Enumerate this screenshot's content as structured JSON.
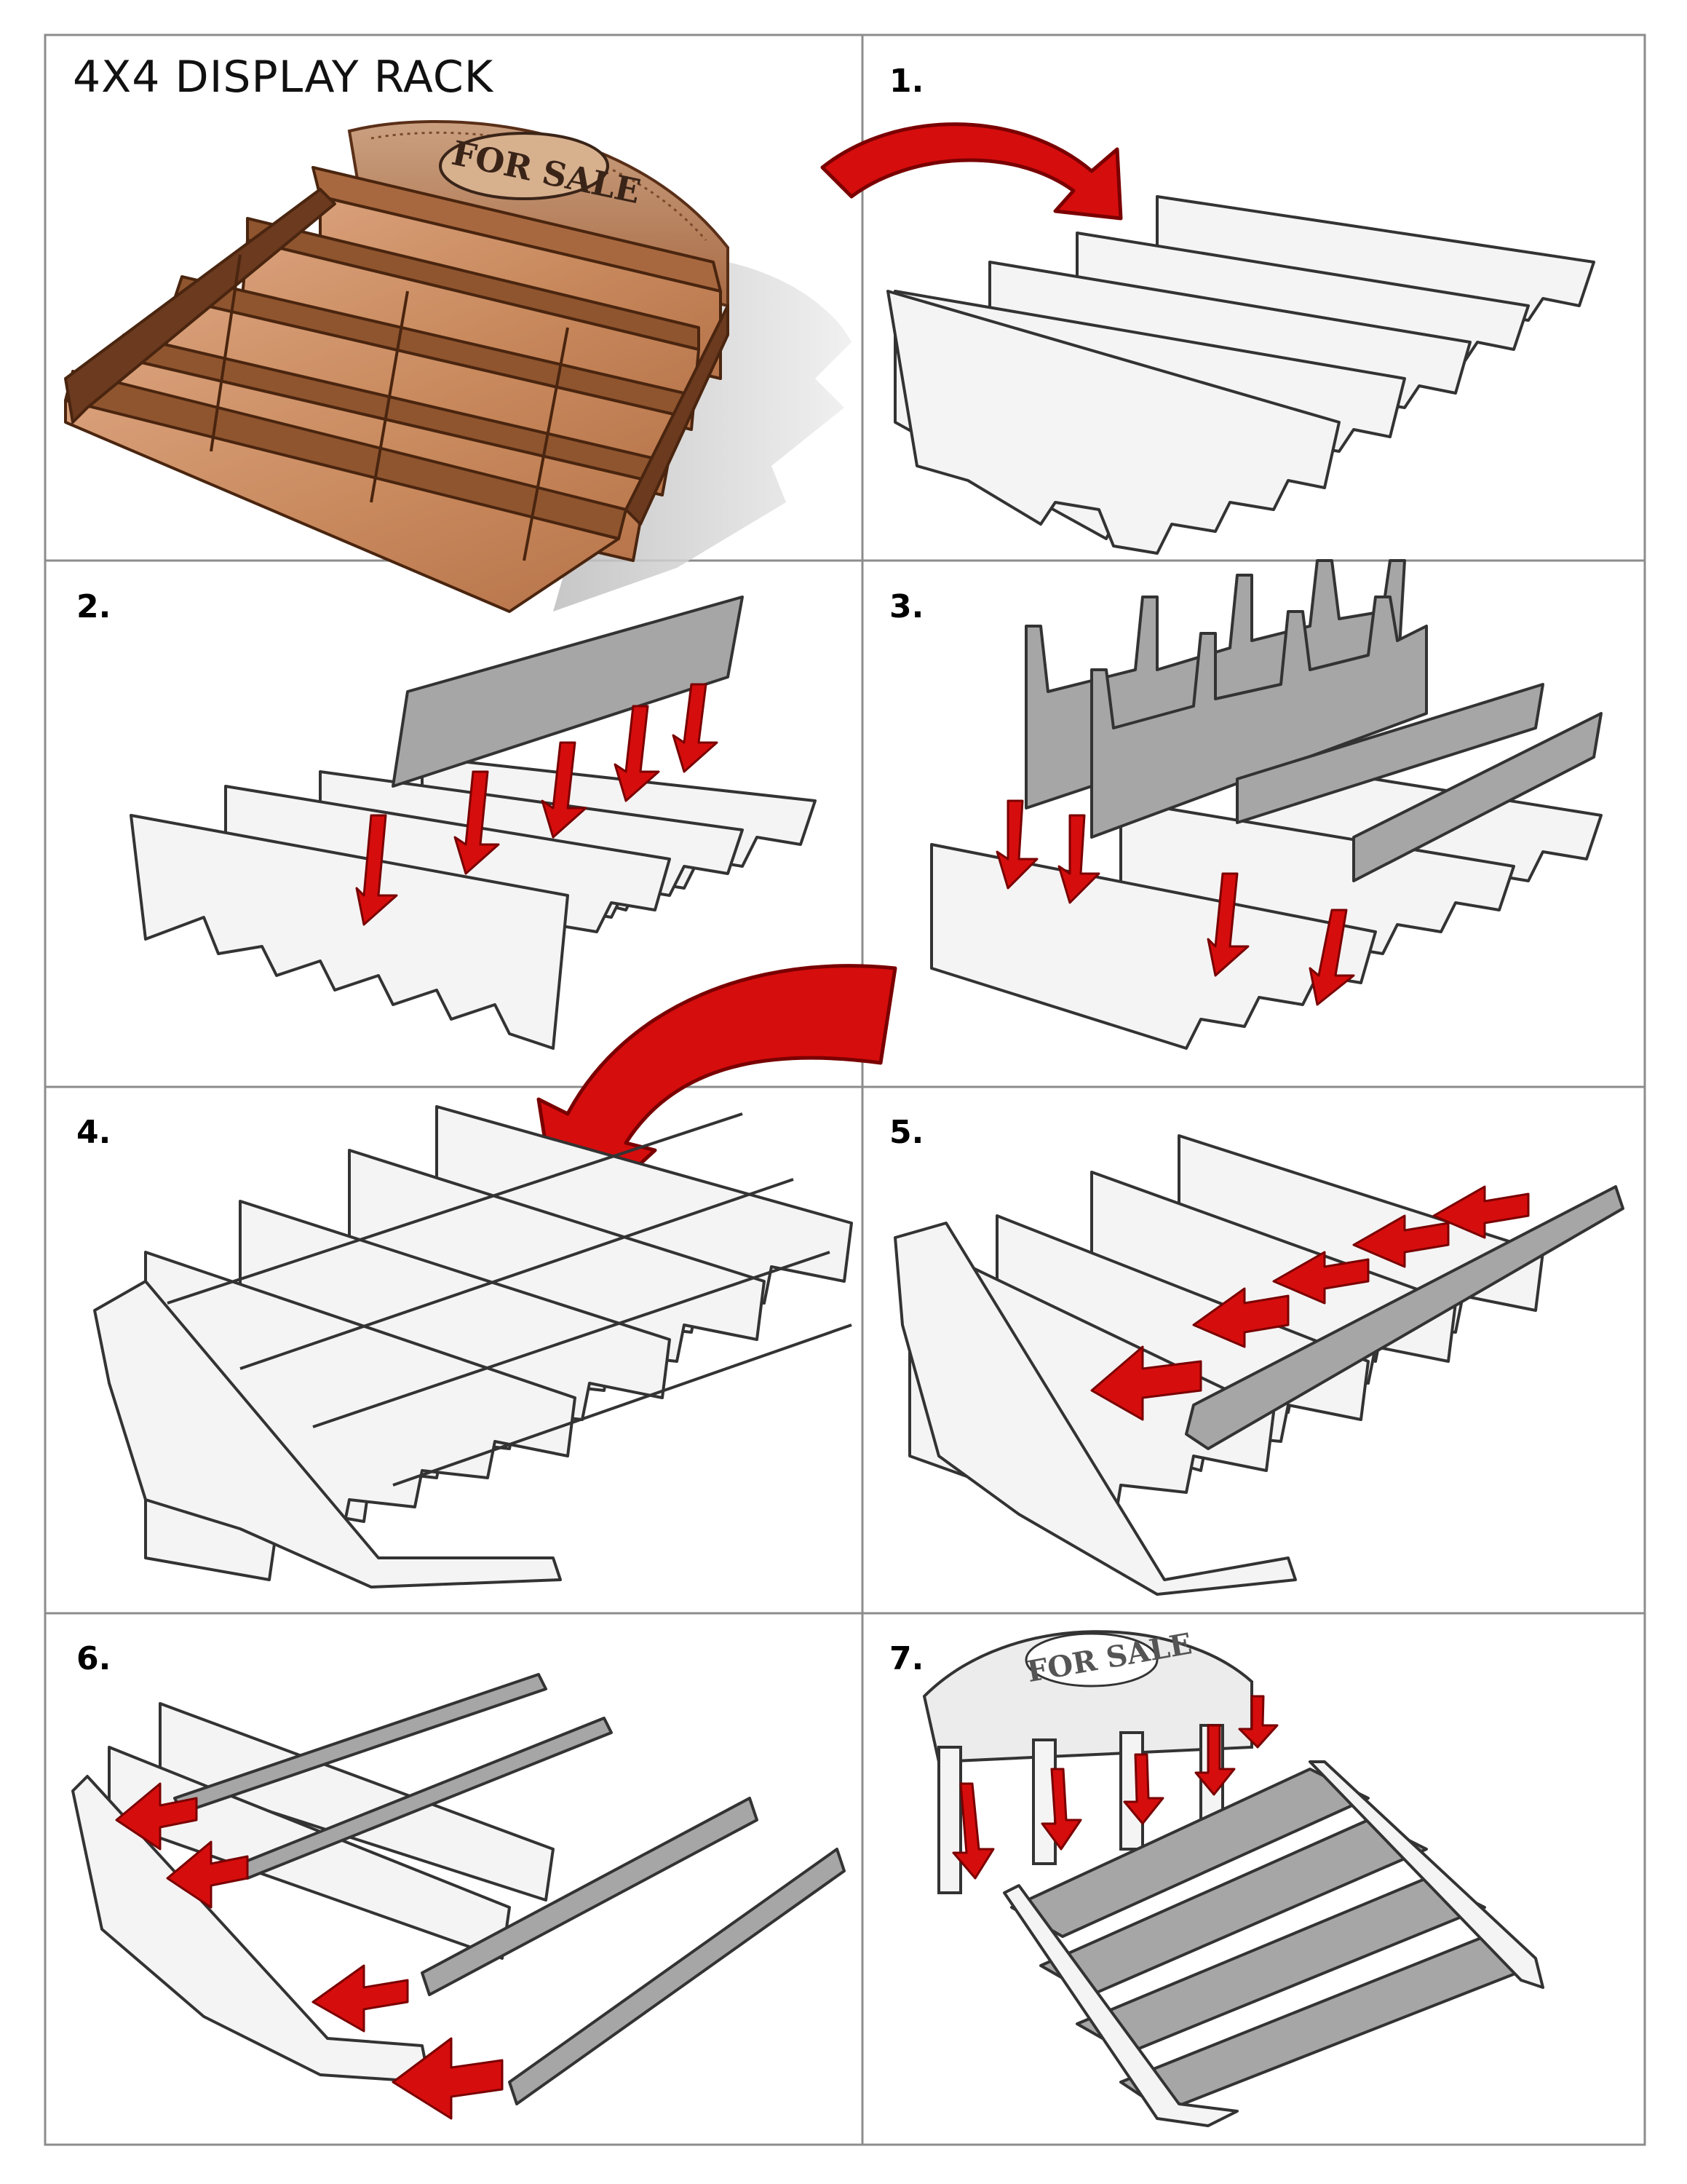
{
  "title": "4X4 DISPLAY RACK",
  "sign_text": "FOR SALE",
  "panels": [
    {
      "label": ""
    },
    {
      "label": "1."
    },
    {
      "label": "2."
    },
    {
      "label": "3."
    },
    {
      "label": "4."
    },
    {
      "label": "5."
    },
    {
      "label": "6."
    },
    {
      "label": "7."
    }
  ],
  "colors": {
    "wood": "#c98a5e",
    "wood_dark": "#6b3a1f",
    "part_white": "#f4f4f4",
    "part_grey": "#a6a6a6",
    "outline": "#333333",
    "arrow_red": "#d60d0d",
    "arrow_dark": "#7a0000",
    "grid": "#8c8c8c"
  }
}
